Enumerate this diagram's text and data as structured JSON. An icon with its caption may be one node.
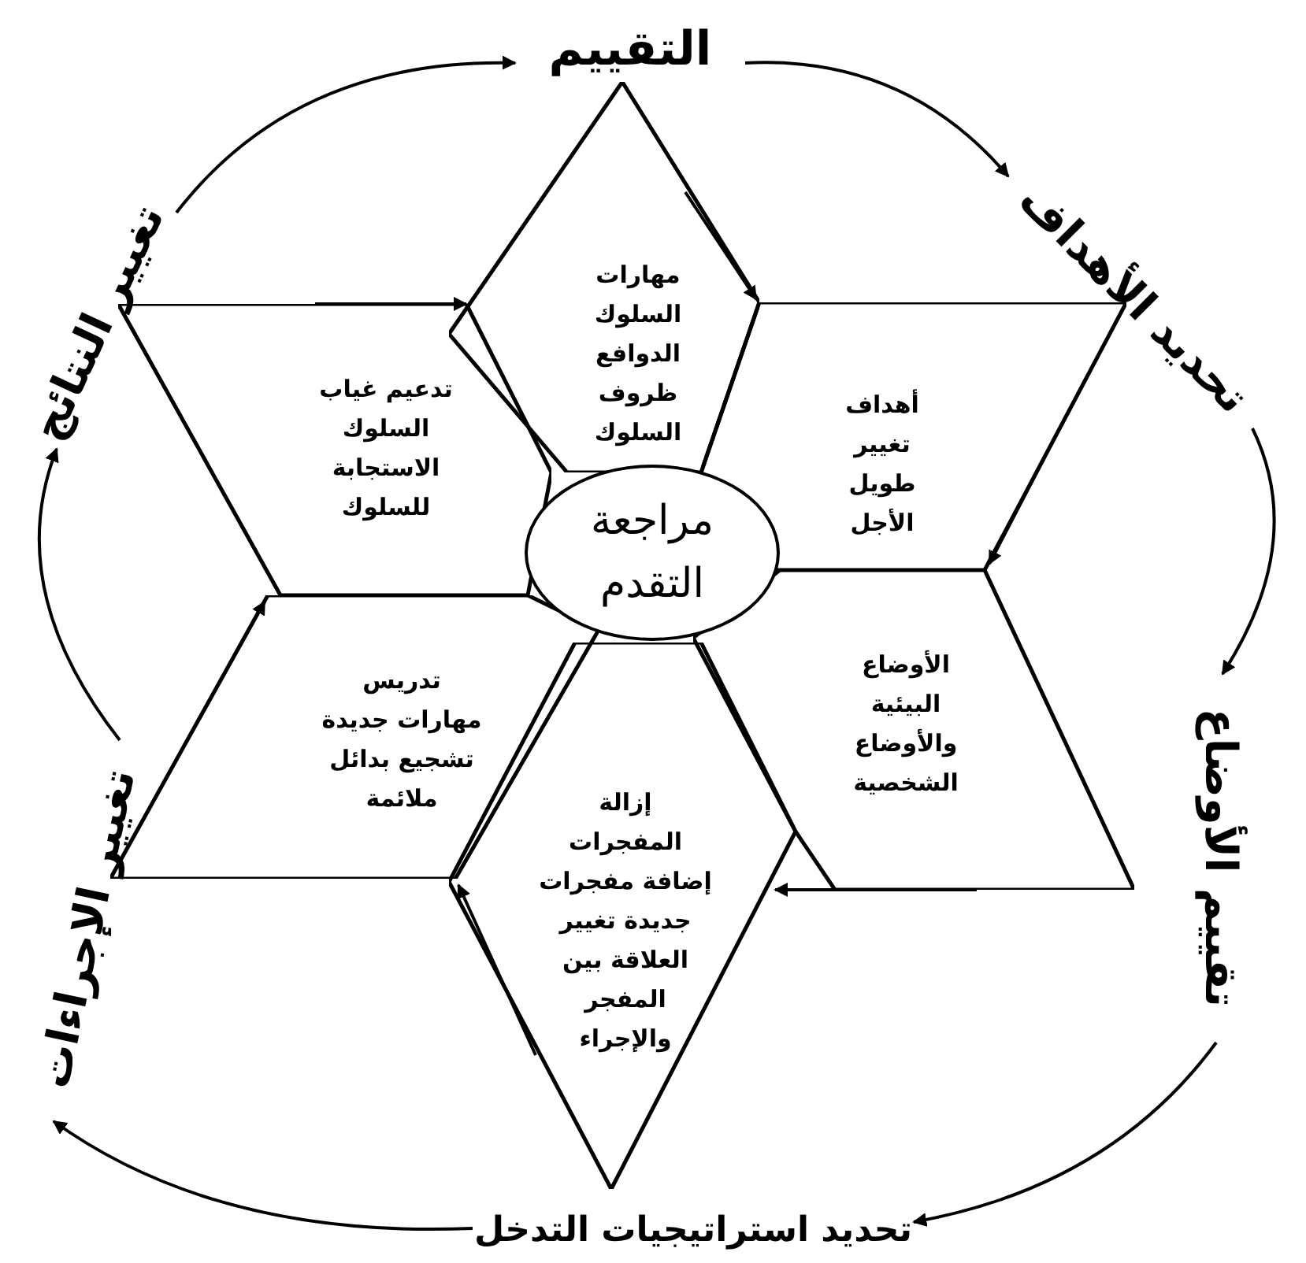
{
  "diagram": {
    "nodes": [
      {
        "text": [
          "التقييم"
        ]
      },
      {
        "text": [
          "تغيير النتائج"
        ]
      },
      {
        "text": [
          "تحديد الأهداف"
        ]
      },
      {
        "text": [
          "مهارات السلوك الدوافع ظروف السلوك"
        ]
      },
      {
        "text": [
          "تدعيم غياب السلوك الاستجابة للسلوك"
        ]
      },
      {
        "text": [
          "أهداف تغيير طويل الأجل"
        ]
      },
      {
        "text": [
          "مراجعة التقدم"
        ]
      },
      {
        "text": [
          "تدريس مهارات جديدة تشجيع بدائل ملائمة"
        ]
      },
      {
        "text": [
          "الأوضاع البيئية والأوضاع الشخصية"
        ]
      },
      {
        "text": [
          "تقييم الأوضاع"
        ]
      },
      {
        "text": [
          "تغيير الإجراءات"
        ]
      },
      {
        "text": [
          "إزالة المفجرات إضافة مفجرات جديدة تغيير العلاقة بين المفجر والإجراء"
        ]
      },
      {
        "text": [
          "تحديد استراتيجيات التدخل"
        ]
      }
    ],
    "edges": [
      {
        "from": 1,
        "to": 0,
        "arrow": "to"
      },
      {
        "from": 0,
        "to": 2,
        "arrow": "to"
      },
      {
        "from": 2,
        "to": 9,
        "arrow": "to"
      },
      {
        "from": 9,
        "to": 12,
        "arrow": "to"
      },
      {
        "from": 12,
        "to": 10,
        "arrow": "to"
      },
      {
        "from": 10,
        "to": 1,
        "arrow": "to"
      },
      {
        "from": 4,
        "to": 3,
        "arrow": "to"
      },
      {
        "from": 3,
        "to": 5,
        "arrow": "to"
      },
      {
        "from": 5,
        "to": 8,
        "arrow": "to"
      },
      {
        "from": 8,
        "to": 11,
        "arrow": "to"
      },
      {
        "from": 11,
        "to": 7,
        "arrow": "to"
      },
      {
        "from": 7,
        "to": 4,
        "arrow": "to"
      }
    ]
  }
}
